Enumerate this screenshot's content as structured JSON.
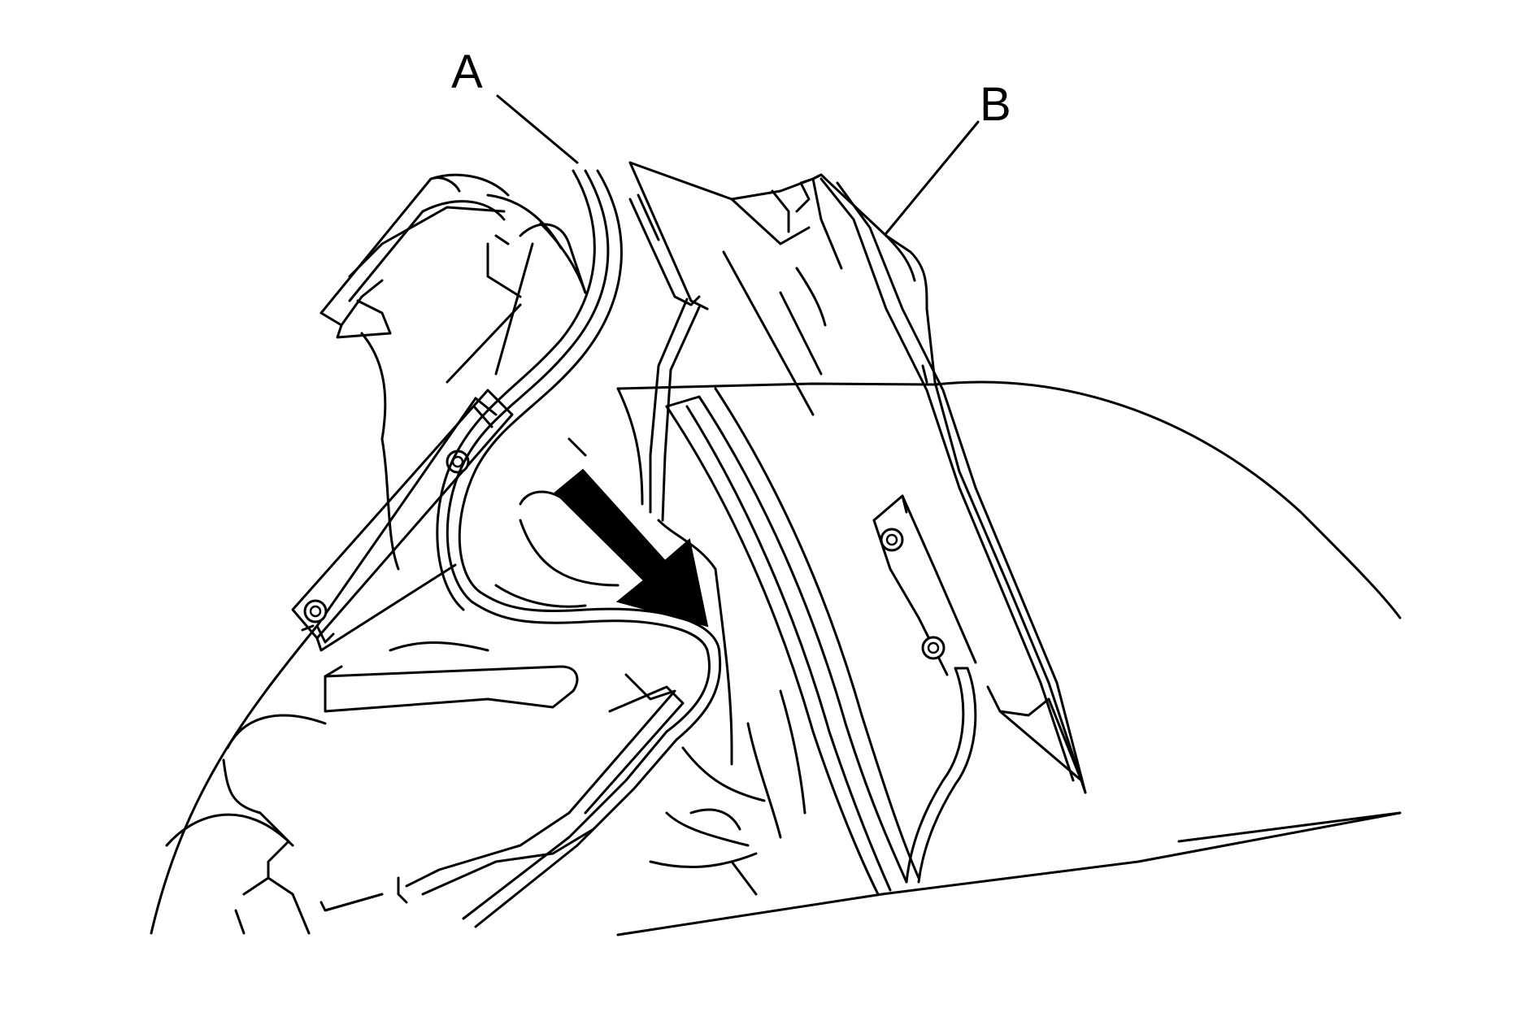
{
  "diagram": {
    "callouts": [
      {
        "id": "A",
        "label": "A"
      },
      {
        "id": "B",
        "label": "B"
      }
    ],
    "arrow_color": "#000000",
    "line_color": "#000000",
    "background": "#ffffff"
  }
}
